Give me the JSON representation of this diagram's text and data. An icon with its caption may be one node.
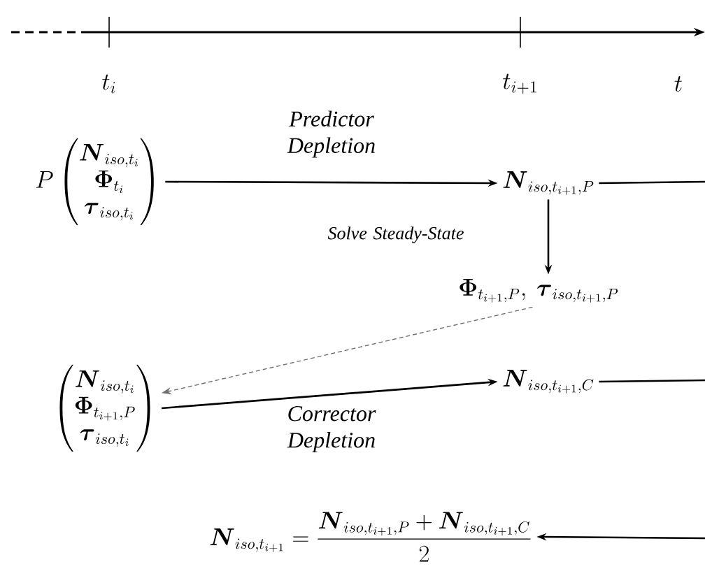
{
  "diagram": {
    "nodes": [
      {
        "text": [
          "P\\begin{pmatrix}\\boldsymbol{N}_{iso,t_i}\\\\ \\boldsymbol{\\Phi}_{t_i}\\\\ \\boldsymbol{\\tau}_{iso,t_i}\\end{pmatrix}"
        ]
      },
      {
        "text": [
          "\\boldsymbol{N}_{iso,t_{i+1},P}"
        ]
      },
      {
        "text": [
          "\\boldsymbol{\\Phi}_{t_{i+1},P},\\ \\boldsymbol{\\tau}_{iso,t_{i+1},P}"
        ]
      },
      {
        "text": [
          "\\begin{pmatrix}\\boldsymbol{N}_{iso,t_i}\\\\ \\boldsymbol{\\Phi}_{t_{i+1},P}\\\\ \\boldsymbol{\\tau}_{iso,t_i}\\end{pmatrix}"
        ]
      },
      {
        "text": [
          "\\boldsymbol{N}_{iso,t_{i+1},C}"
        ]
      },
      {
        "text": [
          "\\boldsymbol{N}_{iso,t_{i+1}}=\\dfrac{\\boldsymbol{N}_{iso,t_{i+1},P}+\\boldsymbol{N}_{iso,t_{i+1},C}}{2}"
        ]
      }
    ],
    "edges": [
      {
        "from": 0,
        "to": 1,
        "arrow": "to",
        "label": "Predictor Depletion"
      },
      {
        "from": 1,
        "to": null,
        "arrow": "none"
      },
      {
        "from": 1,
        "to": 2,
        "arrow": "to",
        "label": "Solve Steady-State"
      },
      {
        "from": 2,
        "to": 3,
        "arrow": "to",
        "style": "dashed",
        "color": "#707070"
      },
      {
        "from": 3,
        "to": 4,
        "arrow": "to",
        "label": "Corrector Depletion"
      },
      {
        "from": 4,
        "to": null,
        "arrow": "none"
      },
      {
        "from": null,
        "to": 5,
        "arrow": "to"
      }
    ],
    "labels": [
      "t_i",
      "t_{i+1}",
      "t"
    ]
  }
}
